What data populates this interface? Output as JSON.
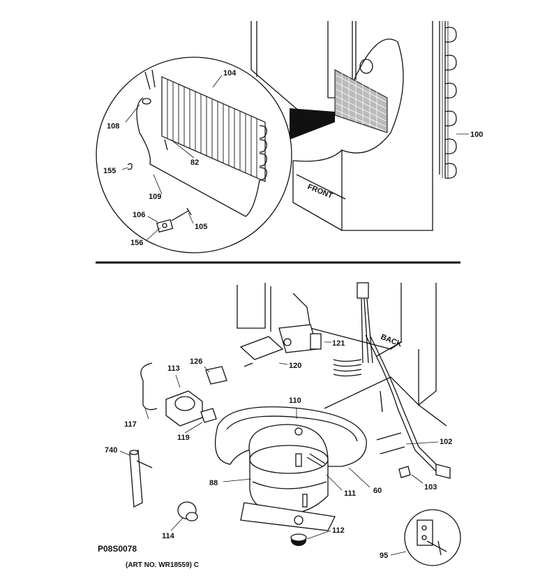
{
  "diagram": {
    "drawing_code": "P08S0078",
    "art_number": "(ART NO. WR18559) C",
    "cabinet_texts": {
      "front": "FRONT",
      "back": "BACK"
    },
    "part_labels": {
      "p104": "104",
      "p108": "108",
      "p82": "82",
      "p155": "155",
      "p109": "109",
      "p106": "106",
      "p105": "105",
      "p156": "156",
      "p100": "100",
      "p126": "126",
      "p113": "113",
      "p121": "121",
      "p120": "120",
      "p117": "117",
      "p119": "119",
      "p110": "110",
      "p740": "740",
      "p88": "88",
      "p111": "111",
      "p60": "60",
      "p102": "102",
      "p103": "103",
      "p114": "114",
      "p112": "112",
      "p95": "95"
    }
  }
}
